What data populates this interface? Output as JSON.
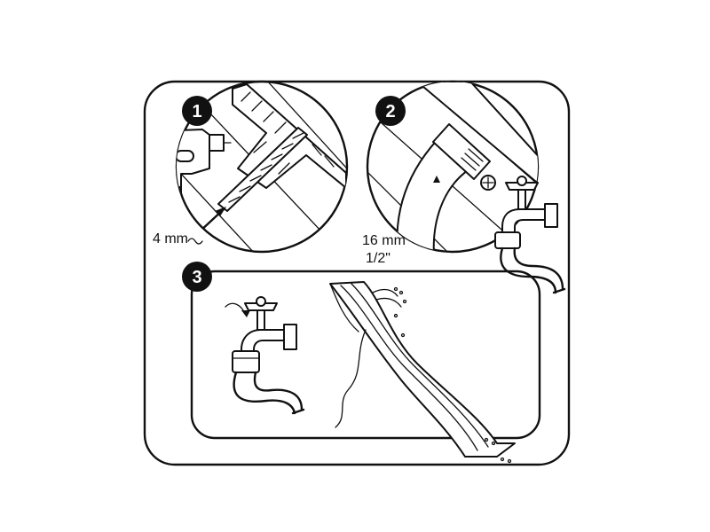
{
  "steps": [
    {
      "number": "1"
    },
    {
      "number": "2"
    },
    {
      "number": "3"
    }
  ],
  "labels": {
    "drill_size": "4 mm",
    "hose_size_metric": "16 mm",
    "hose_size_imperial": "1/2\""
  }
}
